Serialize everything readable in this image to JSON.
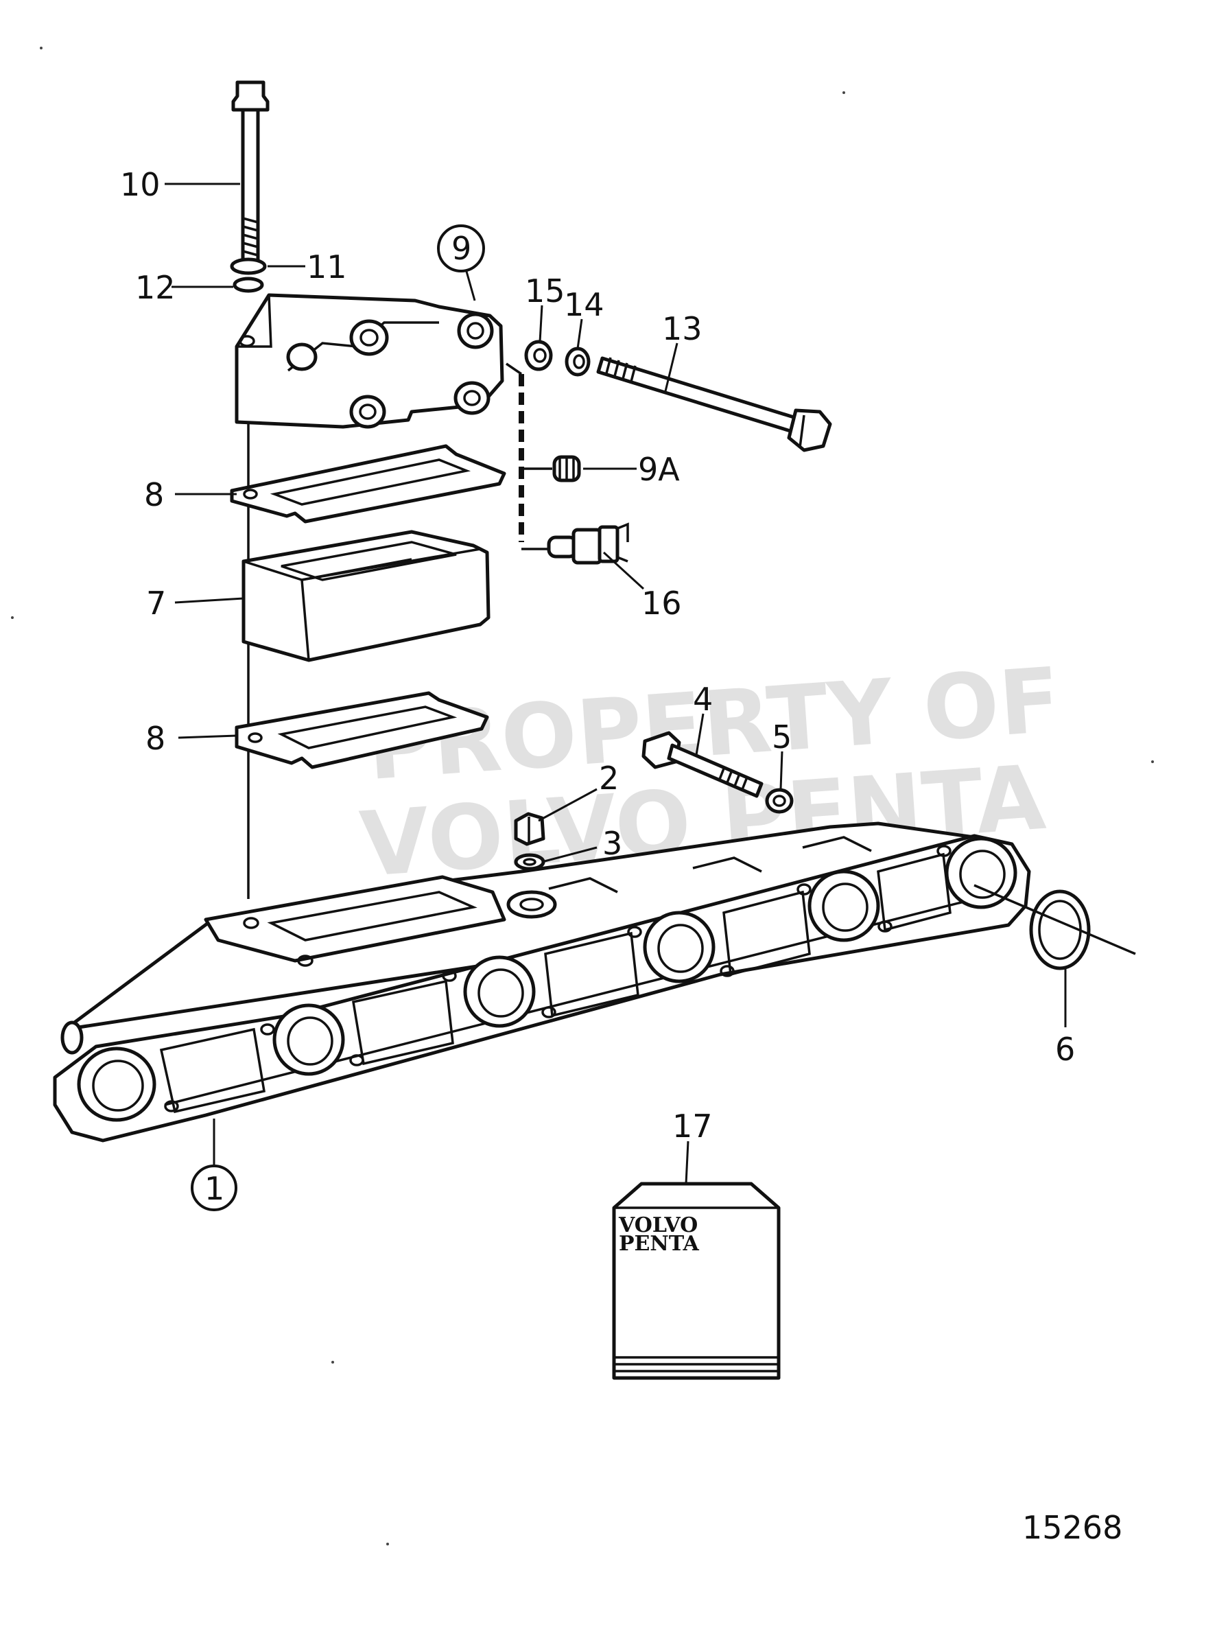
{
  "labels": {
    "l1": "1",
    "l2": "2",
    "l3": "3",
    "l4": "4",
    "l5": "5",
    "l6": "6",
    "l7": "7",
    "l8a": "8",
    "l8b": "8",
    "l9": "9",
    "l9a": "9A",
    "l10": "10",
    "l11": "11",
    "l12": "12",
    "l13": "13",
    "l14": "14",
    "l15": "15",
    "l16": "16",
    "l17": "17"
  },
  "watermark": {
    "line1": "PROPERTY OF",
    "line2": "VOLVO PENTA"
  },
  "logo": {
    "line1": "VOLVO",
    "line2": "PENTA"
  },
  "drawing_number": "15268"
}
